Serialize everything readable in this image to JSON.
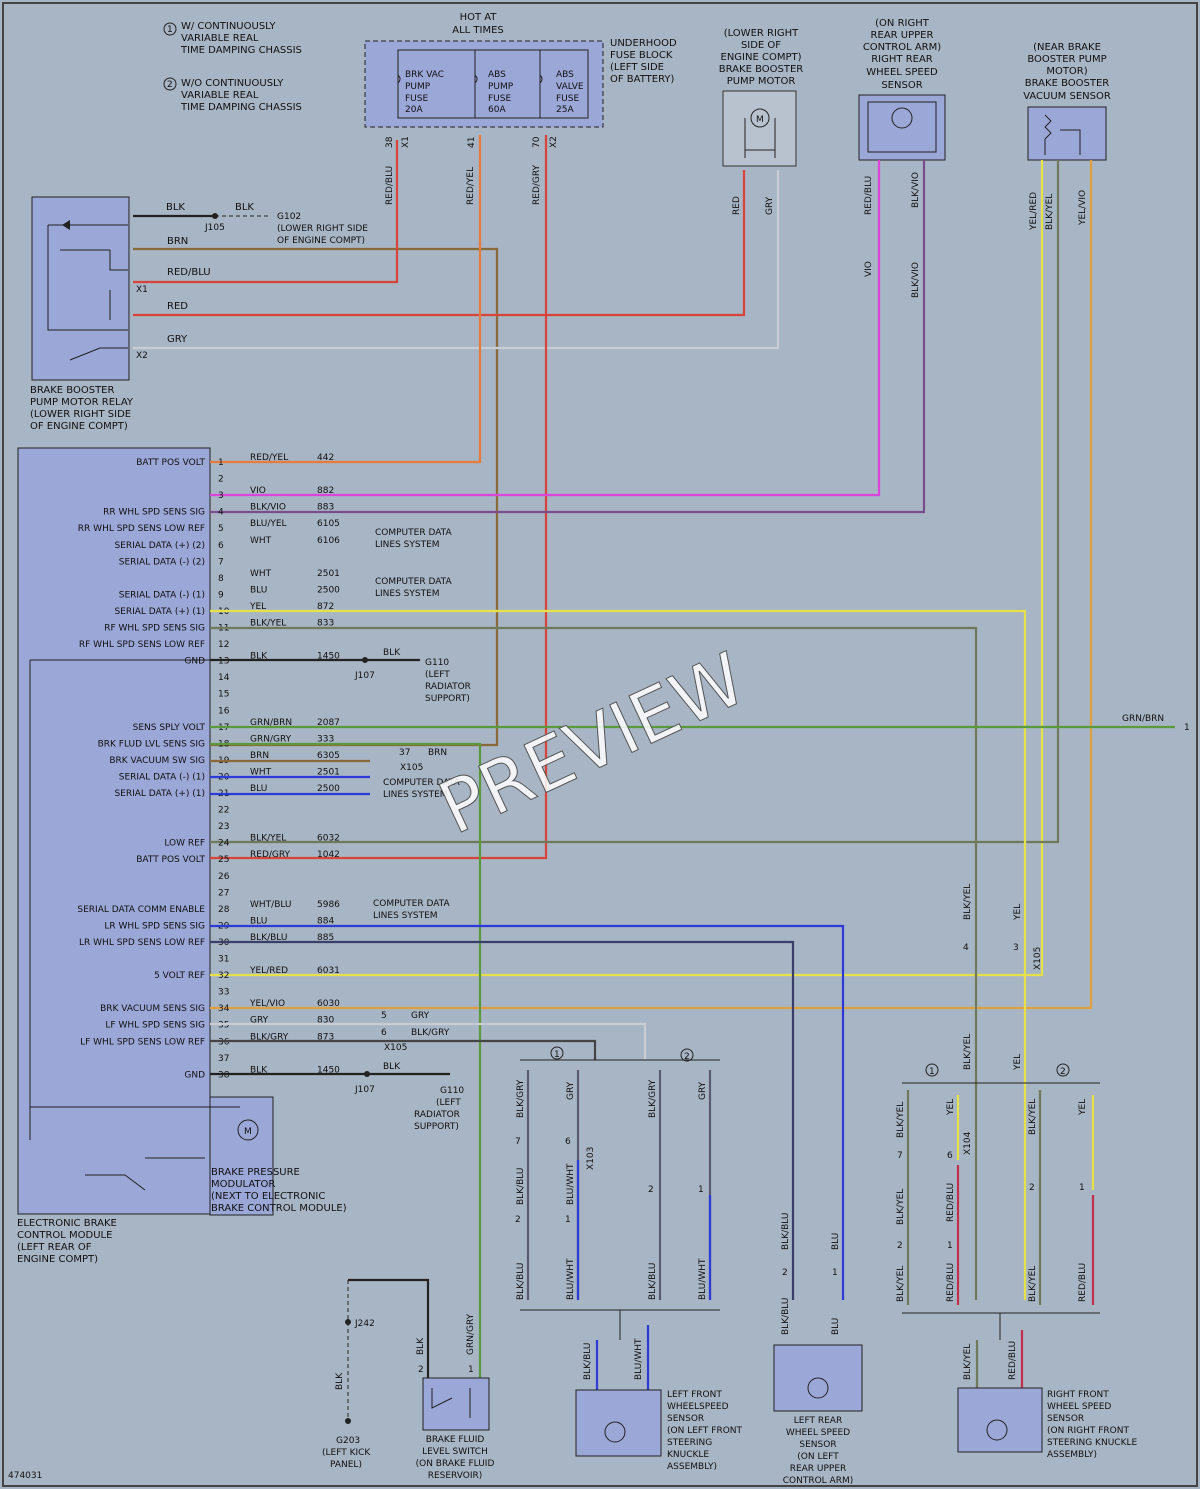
{
  "notes": {
    "n1": "W/ CONTINUOUSLY",
    "n1b": "VARIABLE REAL",
    "n1c": "TIME DAMPING CHASSIS",
    "n2": "W/O CONTINUOUSLY",
    "n2b": "VARIABLE REAL",
    "n2c": "TIME DAMPING CHASSIS",
    "num1": "1",
    "num2": "2"
  },
  "fuse_block": {
    "hot1": "HOT AT",
    "hot2": "ALL TIMES",
    "t1": "UNDERHOOD",
    "t2": "FUSE BLOCK",
    "t3": "(LEFT SIDE",
    "t4": "OF BATTERY)",
    "f1": [
      "BRK VAC",
      "PUMP",
      "FUSE",
      "20A"
    ],
    "f2": [
      "ABS",
      "PUMP",
      "FUSE",
      "60A"
    ],
    "f3": [
      "ABS",
      "VALVE",
      "FUSE",
      "25A"
    ],
    "c1": [
      "38",
      "X1"
    ],
    "c2": [
      "41"
    ],
    "c3": [
      "70",
      "X2"
    ]
  },
  "pump_motor": {
    "l1": "(LOWER RIGHT",
    "l2": "SIDE OF",
    "l3": "ENGINE COMPT)",
    "l4": "BRAKE BOOSTER",
    "l5": "PUMP MOTOR",
    "m": "M"
  },
  "rr_sensor": {
    "l1": "(ON RIGHT",
    "l2": "REAR UPPER",
    "l3": "CONTROL ARM)",
    "l4": "RIGHT REAR",
    "l5": "WHEEL SPEED",
    "l6": "SENSOR"
  },
  "vac_sensor": {
    "l1": "(NEAR BRAKE",
    "l2": "BOOSTER PUMP",
    "l3": "MOTOR)",
    "l4": "BRAKE BOOSTER",
    "l5": "VACUUM SENSOR"
  },
  "relay": {
    "l1": "BRAKE BOOSTER",
    "l2": "PUMP MOTOR RELAY",
    "l3": "(LOWER RIGHT SIDE",
    "l4": "OF ENGINE COMPT)"
  },
  "ebcm": {
    "l1": "ELECTRONIC BRAKE",
    "l2": "CONTROL MODULE",
    "l3": "(LEFT REAR OF",
    "l4": "ENGINE COMPT)"
  },
  "modulator": {
    "l1": "BRAKE PRESSURE",
    "l2": "MODULATOR",
    "l3": "(NEXT TO ELECTRONIC",
    "l4": "BRAKE CONTROL MODULE)",
    "m": "M"
  },
  "top_wires": {
    "blk": "BLK",
    "blk2": "BLK",
    "brn": "BRN",
    "redblu": "RED/BLU",
    "red": "RED",
    "gry": "GRY",
    "j105": "J105",
    "g102a": "G102",
    "g102b": "(LOWER RIGHT SIDE",
    "g102c": "OF ENGINE COMPT)",
    "x1": "X1",
    "x2": "X2",
    "v_redblu": "RED/BLU",
    "v_redyel": "RED/YEL",
    "v_redgry": "RED/GRY",
    "v_red": "RED",
    "v_gry": "GRY",
    "v_redblu2": "RED/BLU",
    "v_blkvio": "BLK/VIO",
    "v_vio": "VIO",
    "v_blkvio2": "BLK/VIO",
    "v_yelred": "YEL/RED",
    "v_blkyel": "BLK/YEL",
    "v_yelvio": "YEL/VIO",
    "p1": "1",
    "p2": "2",
    "p5": "5",
    "p3": "3"
  },
  "pins": [
    {
      "pin": "1",
      "sig": "BATT POS VOLT",
      "col": "RED/YEL",
      "ckt": "442"
    },
    {
      "pin": "2",
      "sig": "",
      "col": "",
      "ckt": ""
    },
    {
      "pin": "3",
      "sig": "",
      "col": "VIO",
      "ckt": "882"
    },
    {
      "pin": "4",
      "sig": "RR WHL SPD SENS SIG",
      "col": "BLK/VIO",
      "ckt": "883"
    },
    {
      "pin": "5",
      "sig": "RR WHL SPD SENS LOW REF",
      "col": "BLU/YEL",
      "ckt": "6105"
    },
    {
      "pin": "6",
      "sig": "SERIAL DATA (+) (2)",
      "col": "WHT",
      "ckt": "6106"
    },
    {
      "pin": "7",
      "sig": "SERIAL DATA (-) (2)",
      "col": "",
      "ckt": ""
    },
    {
      "pin": "8",
      "sig": "",
      "col": "WHT",
      "ckt": "2501"
    },
    {
      "pin": "9",
      "sig": "SERIAL DATA (-) (1)",
      "col": "BLU",
      "ckt": "2500"
    },
    {
      "pin": "10",
      "sig": "SERIAL DATA (+) (1)",
      "col": "YEL",
      "ckt": "872"
    },
    {
      "pin": "11",
      "sig": "RF WHL SPD SENS SIG",
      "col": "BLK/YEL",
      "ckt": "833"
    },
    {
      "pin": "12",
      "sig": "RF WHL SPD SENS LOW REF",
      "col": "",
      "ckt": ""
    },
    {
      "pin": "13",
      "sig": "GND",
      "col": "BLK",
      "ckt": "1450"
    },
    {
      "pin": "14",
      "sig": "",
      "col": "",
      "ckt": ""
    },
    {
      "pin": "15",
      "sig": "",
      "col": "",
      "ckt": ""
    },
    {
      "pin": "16",
      "sig": "",
      "col": "",
      "ckt": ""
    },
    {
      "pin": "17",
      "sig": "SENS SPLY VOLT",
      "col": "GRN/BRN",
      "ckt": "2087"
    },
    {
      "pin": "18",
      "sig": "BRK FLUD LVL SENS SIG",
      "col": "GRN/GRY",
      "ckt": "333"
    },
    {
      "pin": "19",
      "sig": "BRK VACUUM SW SIG",
      "col": "BRN",
      "ckt": "6305"
    },
    {
      "pin": "20",
      "sig": "SERIAL DATA (-) (1)",
      "col": "WHT",
      "ckt": "2501"
    },
    {
      "pin": "21",
      "sig": "SERIAL DATA (+) (1)",
      "col": "BLU",
      "ckt": "2500"
    },
    {
      "pin": "22",
      "sig": "",
      "col": "",
      "ckt": ""
    },
    {
      "pin": "23",
      "sig": "",
      "col": "",
      "ckt": ""
    },
    {
      "pin": "24",
      "sig": "LOW REF",
      "col": "BLK/YEL",
      "ckt": "6032"
    },
    {
      "pin": "25",
      "sig": "BATT POS VOLT",
      "col": "RED/GRY",
      "ckt": "1042"
    },
    {
      "pin": "26",
      "sig": "",
      "col": "",
      "ckt": ""
    },
    {
      "pin": "27",
      "sig": "",
      "col": "",
      "ckt": ""
    },
    {
      "pin": "28",
      "sig": "SERIAL DATA COMM ENABLE",
      "col": "WHT/BLU",
      "ckt": "5986"
    },
    {
      "pin": "29",
      "sig": "LR WHL SPD SENS SIG",
      "col": "BLU",
      "ckt": "884"
    },
    {
      "pin": "30",
      "sig": "LR WHL SPD SENS LOW REF",
      "col": "BLK/BLU",
      "ckt": "885"
    },
    {
      "pin": "31",
      "sig": "",
      "col": "",
      "ckt": ""
    },
    {
      "pin": "32",
      "sig": "5 VOLT REF",
      "col": "YEL/RED",
      "ckt": "6031"
    },
    {
      "pin": "33",
      "sig": "",
      "col": "",
      "ckt": ""
    },
    {
      "pin": "34",
      "sig": "BRK VACUUM SENS SIG",
      "col": "YEL/VIO",
      "ckt": "6030"
    },
    {
      "pin": "35",
      "sig": "LF WHL SPD SENS SIG",
      "col": "GRY",
      "ckt": "830"
    },
    {
      "pin": "36",
      "sig": "LF WHL SPD SENS LOW REF",
      "col": "BLK/GRY",
      "ckt": "873"
    },
    {
      "pin": "37",
      "sig": "",
      "col": "",
      "ckt": ""
    },
    {
      "pin": "38",
      "sig": "GND",
      "col": "BLK",
      "ckt": "1450"
    }
  ],
  "mid": {
    "cds": "COMPUTER DATA",
    "ls": "LINES SYSTEM",
    "cds2": "COMPUTER DATA",
    "ls2": "LINES SYSTEM",
    "cds3": "COMPUTER DATA",
    "ls3": "LINES SYSTEM",
    "cds4": "COMPUTER DATA",
    "ls4": "LINES SYSTEM",
    "blk": "BLK",
    "j107": "J107",
    "g110a": "G110",
    "g110b": "(LEFT",
    "g110c": "RADIATOR",
    "g110d": "SUPPORT)",
    "blk2": "BLK",
    "j107b": "J107",
    "g110e": "G110",
    "g110f": "(LEFT",
    "g110g": "RADIATOR",
    "g110h": "SUPPORT)",
    "grnbrn": "GRN/BRN",
    "one": "1",
    "p37": "37",
    "brn": "BRN",
    "x105": "X105",
    "p5": "5",
    "gry": "GRY",
    "p6": "6",
    "blkgry": "BLK/GRY",
    "x105b": "X105",
    "blkyel": "BLK/YEL",
    "yel": "YEL",
    "p4": "4",
    "p3": "3",
    "x105c": "X105"
  },
  "lf": {
    "c1": "1",
    "c2": "2",
    "w1": "BLK/GRY",
    "w2": "GRY",
    "w3": "BLK/GRY",
    "w4": "GRY",
    "p7": "7",
    "p6": "6",
    "x103": "X103",
    "w5": "BLK/BLU",
    "w6": "BLU/WHT",
    "p2": "2",
    "p1": "1",
    "p2b": "2",
    "p1b": "1",
    "w7": "BLK/BLU",
    "w8": "BLU/WHT",
    "w9": "BLK/BLU",
    "w10": "BLU/WHT",
    "w11": "BLK/BLU",
    "w12": "BLU/WHT",
    "s1": "LEFT FRONT",
    "s2": "WHEELSPEED",
    "s3": "SENSOR",
    "s4": "(ON LEFT FRONT",
    "s5": "STEERING",
    "s6": "KNUCKLE",
    "s7": "ASSEMBLY)"
  },
  "lr": {
    "w1": "BLK/BLU",
    "w2": "BLU",
    "p2": "2",
    "p1": "1",
    "w3": "BLK/BLU",
    "w4": "BLU",
    "s1": "LEFT REAR",
    "s2": "WHEEL SPEED",
    "s3": "SENSOR",
    "s4": "(ON LEFT",
    "s5": "REAR UPPER",
    "s6": "CONTROL ARM)"
  },
  "rf": {
    "c1": "1",
    "c2": "2",
    "w0a": "BLK/YEL",
    "w0b": "YEL",
    "w1": "BLK/YEL",
    "w2": "YEL",
    "w3": "BLK/YEL",
    "w4": "YEL",
    "p7": "7",
    "p6": "6",
    "x104": "X104",
    "w5": "BLK/YEL",
    "w6": "RED/BLU",
    "p2": "2",
    "p1": "1",
    "p2b": "2",
    "p1b": "1",
    "w7": "BLK/YEL",
    "w8": "RED/BLU",
    "w9": "BLK/YEL",
    "w10": "RED/BLU",
    "w11": "BLK/YEL",
    "w12": "RED/BLU",
    "s1": "RIGHT FRONT",
    "s2": "WHEEL SPEED",
    "s3": "SENSOR",
    "s4": "(ON RIGHT FRONT",
    "s5": "STEERING KNUCKLE",
    "s6": "ASSEMBLY)"
  },
  "fluid": {
    "j242": "J242",
    "blk": "BLK",
    "g203a": "G203",
    "g203b": "(LEFT KICK",
    "g203c": "PANEL)",
    "w1": "BLK",
    "w2": "GRN/GRY",
    "p2": "2",
    "p1": "1",
    "s1": "BRAKE FLUID",
    "s2": "LEVEL SWITCH",
    "s3": "(ON BRAKE FLUID",
    "s4": "RESERVOIR)"
  },
  "footer": {
    "id": "474031"
  },
  "watermark": "PREVIEW",
  "colors": {
    "red": "#d8433a",
    "redyel": "#e87a3c",
    "vio": "#d946d9",
    "blkvio": "#7b4d8c",
    "blue": "#2d3ad6",
    "yellow": "#e6e04a",
    "green": "#5a9a3c",
    "brown": "#8a6a3a",
    "gray": "#c8ccd4",
    "olive": "#6f7a5a",
    "black": "#222222",
    "orange": "#e0a040"
  }
}
